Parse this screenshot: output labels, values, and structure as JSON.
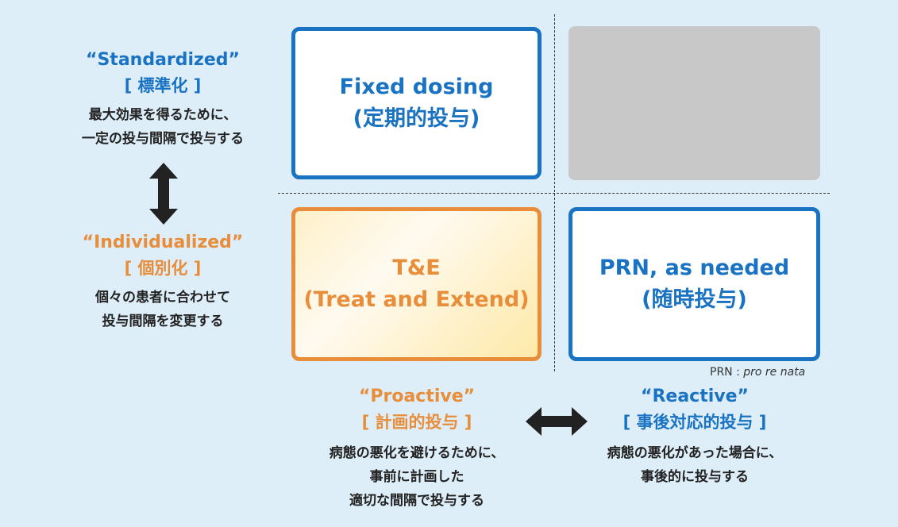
{
  "quadrants": {
    "fixed": {
      "line1": "Fixed dosing",
      "line2": "(定期的投与)",
      "color": "#1a73c2"
    },
    "te": {
      "line1": "T&E",
      "line2": "(Treat and Extend)",
      "color": "#e88d3a"
    },
    "prn": {
      "line1": "PRN, as needed",
      "line2": "(随時投与)",
      "color": "#1a73c2"
    },
    "empty": {
      "color": "#c8c8c8"
    }
  },
  "footnote": {
    "abbr": "PRN : ",
    "full": "pro re nata"
  },
  "standardized": {
    "title": "“Standardized”",
    "sub": "[ 標準化 ]",
    "desc": [
      "最大効果を得るために、",
      "一定の投与間隔で投与する"
    ]
  },
  "individualized": {
    "title": "“Individualized”",
    "sub": "[ 個別化 ]",
    "desc": [
      "個々の患者に合わせて",
      "投与間隔を変更する"
    ]
  },
  "proactive": {
    "title": "“Proactive”",
    "sub": "[ 計画的投与 ]",
    "desc": [
      "病態の悪化を避けるために、",
      "事前に計画した",
      "適切な間隔で投与する"
    ]
  },
  "reactive": {
    "title": "“Reactive”",
    "sub": "[ 事後対応的投与 ]",
    "desc": [
      "病態の悪化があった場合に、",
      "事後的に投与する"
    ]
  },
  "colors": {
    "blue": "#1a73c2",
    "orange": "#e88d3a",
    "background": "#ddeef9",
    "arrow": "#222222"
  }
}
